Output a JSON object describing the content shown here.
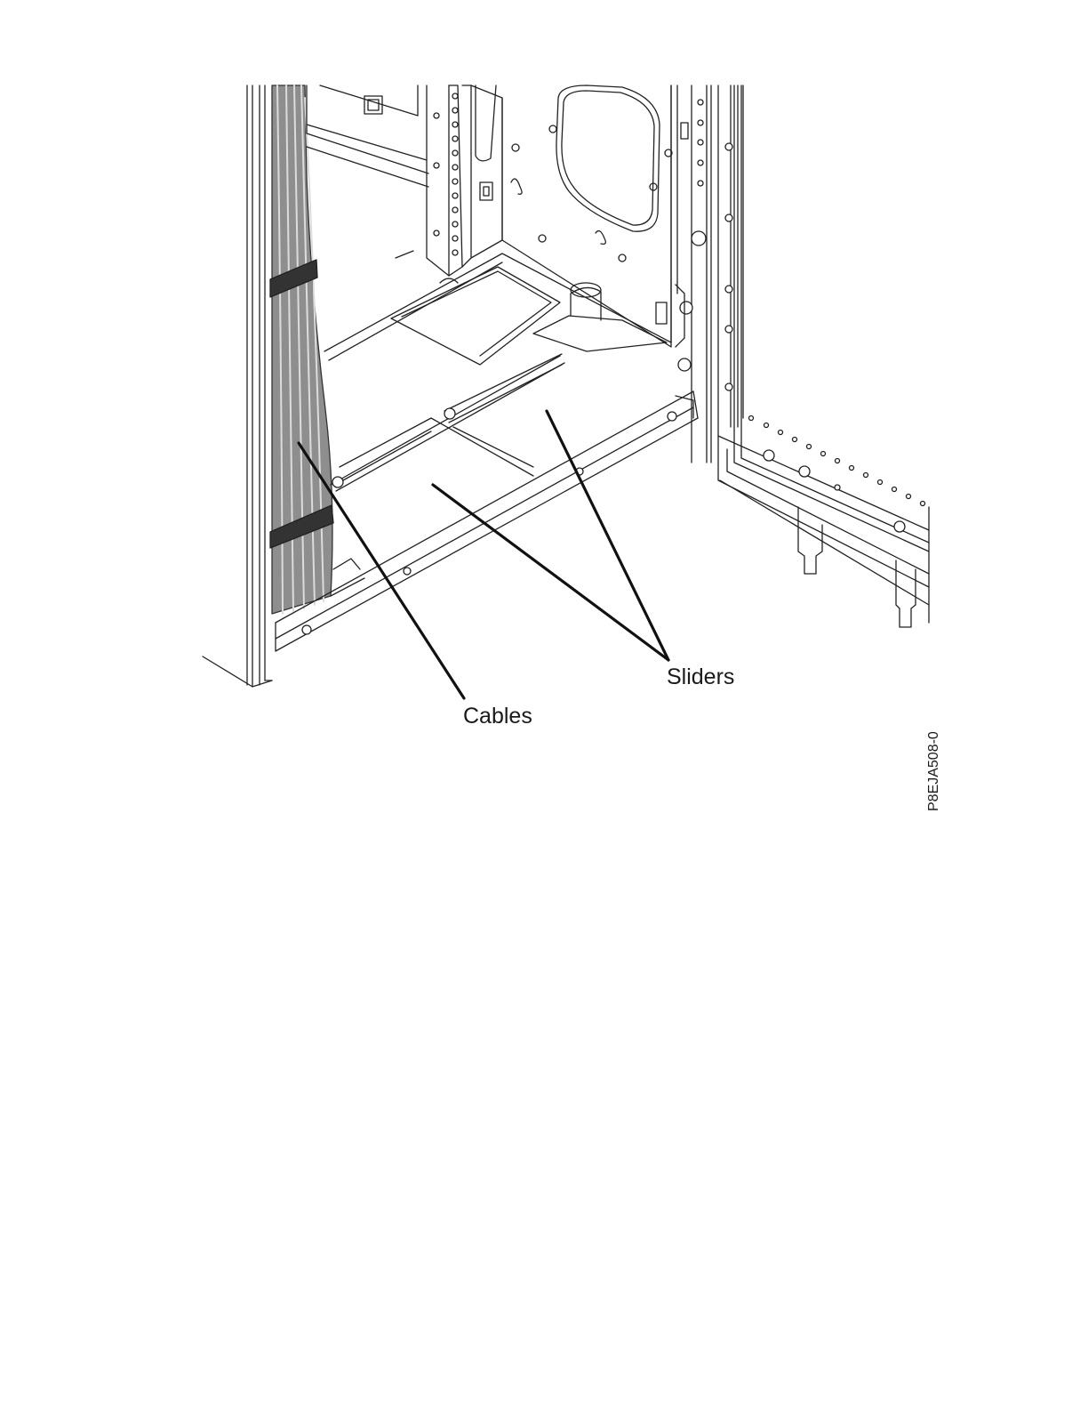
{
  "figure": {
    "labels": {
      "cables": "Cables",
      "sliders": "Sliders"
    },
    "figure_id": "P8EJA508-0"
  }
}
